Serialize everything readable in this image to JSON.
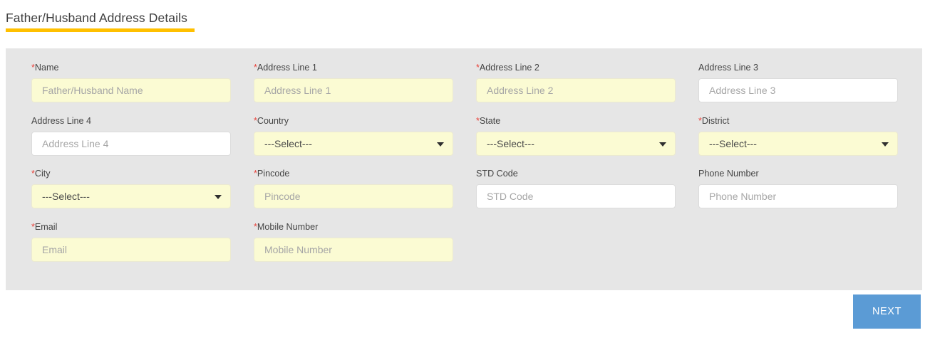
{
  "section": {
    "title": "Father/Husband Address Details",
    "accent_color": "#ffc000"
  },
  "panel": {
    "background_color": "#e6e6e6",
    "required_field_color": "#fbfbd3",
    "optional_field_color": "#ffffff",
    "required_marker": "*"
  },
  "select_placeholder": "---Select---",
  "rows": [
    {
      "fields": [
        {
          "label": "Name",
          "required": true,
          "type": "text",
          "placeholder": "Father/Husband Name",
          "value": ""
        },
        {
          "label": "Address Line 1",
          "required": true,
          "type": "text",
          "placeholder": "Address Line 1",
          "value": ""
        },
        {
          "label": "Address Line 2",
          "required": true,
          "type": "text",
          "placeholder": "Address Line 2",
          "value": ""
        },
        {
          "label": "Address Line 3",
          "required": false,
          "type": "text",
          "placeholder": "Address Line 3",
          "value": ""
        }
      ]
    },
    {
      "fields": [
        {
          "label": "Address Line 4",
          "required": false,
          "type": "text",
          "placeholder": "Address Line 4",
          "value": ""
        },
        {
          "label": "Country",
          "required": true,
          "type": "select",
          "placeholder": "---Select---",
          "value": "---Select---"
        },
        {
          "label": "State",
          "required": true,
          "type": "select",
          "placeholder": "---Select---",
          "value": "---Select---"
        },
        {
          "label": "District",
          "required": true,
          "type": "select",
          "placeholder": "---Select---",
          "value": "---Select---"
        }
      ]
    },
    {
      "fields": [
        {
          "label": "City",
          "required": true,
          "type": "select",
          "placeholder": "---Select---",
          "value": "---Select---"
        },
        {
          "label": "Pincode",
          "required": true,
          "type": "text",
          "placeholder": "Pincode",
          "value": ""
        },
        {
          "label": "STD Code",
          "required": false,
          "type": "text",
          "placeholder": "STD Code",
          "value": ""
        },
        {
          "label": "Phone Number",
          "required": false,
          "type": "text",
          "placeholder": "Phone Number",
          "value": ""
        }
      ]
    },
    {
      "fields": [
        {
          "label": "Email",
          "required": true,
          "type": "text",
          "placeholder": "Email",
          "value": ""
        },
        {
          "label": "Mobile Number",
          "required": true,
          "type": "text",
          "placeholder": "Mobile Number",
          "value": ""
        }
      ]
    }
  ],
  "footer": {
    "next_label": "NEXT",
    "next_color": "#5b9bd5"
  }
}
